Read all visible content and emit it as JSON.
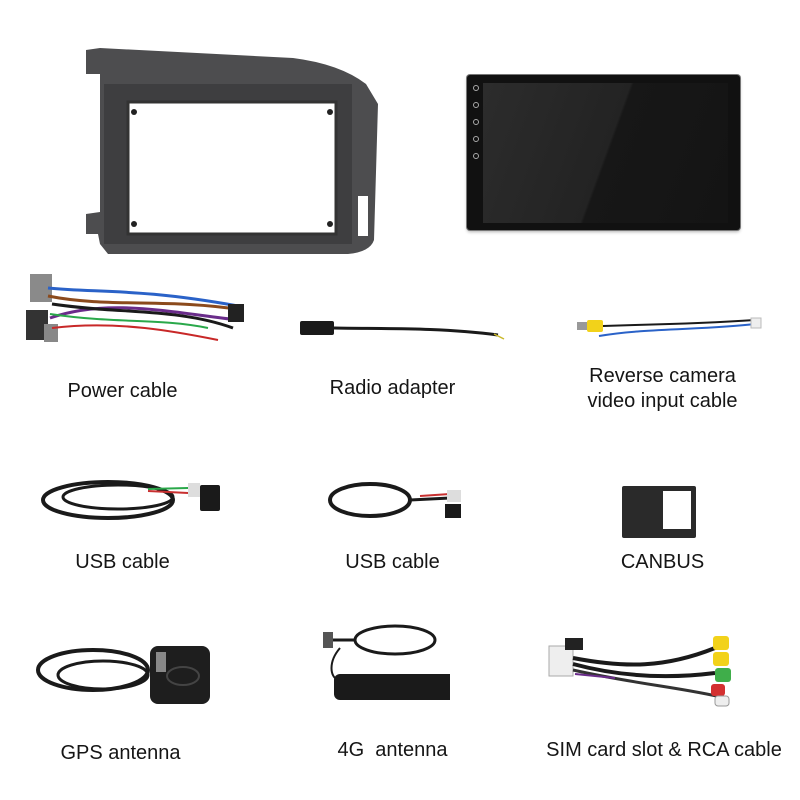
{
  "products": {
    "frame": {
      "name": "Dash frame (fascia)",
      "color": "#4a4a4a"
    },
    "head_unit": {
      "name": "Touchscreen head unit",
      "side_buttons": [
        "power",
        "home",
        "back",
        "volume-up",
        "volume-down"
      ]
    }
  },
  "items": [
    {
      "label": "Power cable"
    },
    {
      "label": "Radio adapter"
    },
    {
      "label_line1": "Reverse camera",
      "label_line2": "video input cable"
    },
    {
      "label": "USB cable"
    },
    {
      "label": "USB cable"
    },
    {
      "label": "CANBUS"
    },
    {
      "label": "GPS antenna"
    },
    {
      "label": "4G  antenna"
    },
    {
      "label": "SIM card slot & RCA cable"
    }
  ],
  "colors": {
    "background": "#ffffff",
    "text": "#151515",
    "cable": "#1a1a1a",
    "rca_yellow": "#f2d21a",
    "rca_green": "#3fae4a",
    "rca_red": "#d33030",
    "wire_blue": "#2a62c8"
  }
}
